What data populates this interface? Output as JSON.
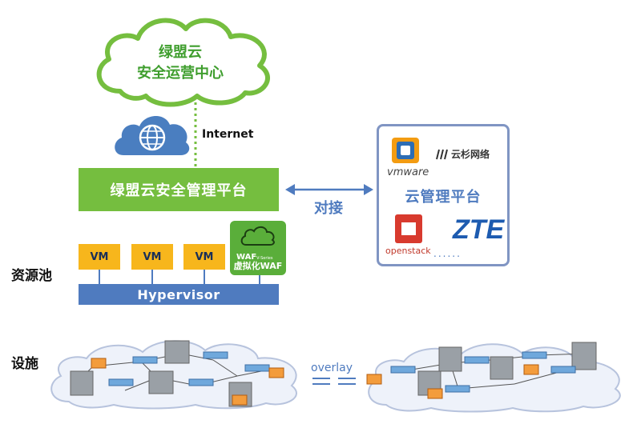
{
  "soc_cloud": {
    "line1": "绿盟云",
    "line2": "安全运营中心"
  },
  "internet_label": "Internet",
  "mgmt_platform": "绿盟云安全管理平台",
  "integration_label": "对接",
  "vms": [
    "VM",
    "VM",
    "VM"
  ],
  "waf": {
    "title": "WAF",
    "series": "V-Series",
    "label": "虚拟化WAF"
  },
  "hypervisor": "Hypervisor",
  "resource_pool_label": "资源池",
  "facility_label": "设施",
  "overlay_label": "overlay",
  "cloud_mgmt": {
    "title": "云管理平台",
    "vendors": [
      "vmware",
      "云杉网络",
      "openstack",
      "ZTE"
    ],
    "ellipsis": "......"
  },
  "colors": {
    "green": "#75be3f",
    "blue": "#4f7bbf",
    "orange": "#f7b61c",
    "frame": "#8095c3"
  }
}
